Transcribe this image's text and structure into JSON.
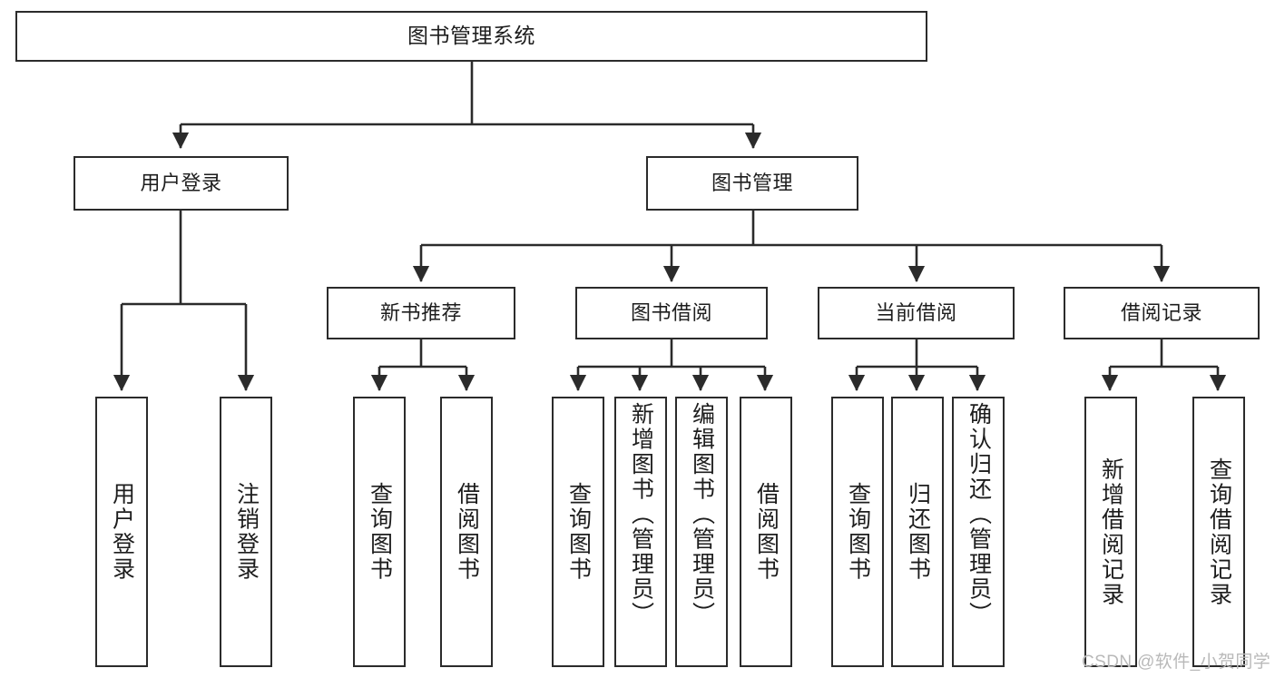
{
  "diagram": {
    "title": "图书管理系统",
    "type": "功能结构图",
    "root": {
      "label": "图书管理系统"
    },
    "level2": [
      {
        "label": "用户登录"
      },
      {
        "label": "图书管理"
      }
    ],
    "level3": [
      {
        "label": "新书推荐"
      },
      {
        "label": "图书借阅"
      },
      {
        "label": "当前借阅"
      },
      {
        "label": "借阅记录"
      }
    ],
    "leaves": {
      "user_login": [
        {
          "label": "用户登录"
        },
        {
          "label": "注销登录"
        }
      ],
      "new_book_recommend": [
        {
          "label": "查询图书"
        },
        {
          "label": "借阅图书"
        }
      ],
      "book_borrow": [
        {
          "label": "查询图书"
        },
        {
          "label": "新增图书（管理员）"
        },
        {
          "label": "编辑图书（管理员）"
        },
        {
          "label": "借阅图书"
        }
      ],
      "current_borrow": [
        {
          "label": "查询图书"
        },
        {
          "label": "归还图书"
        },
        {
          "label": "确认归还（管理员）"
        }
      ],
      "borrow_record": [
        {
          "label": "新增借阅记录"
        },
        {
          "label": "查询借阅记录"
        }
      ]
    }
  },
  "watermark": {
    "text": "CSDN @软件_小贺同学"
  },
  "colors": {
    "box_border": "#2b2b2b",
    "text": "#1d1d1d",
    "connector": "#2b2b2b",
    "background": "#ffffff",
    "watermark": "#b9b9b9"
  }
}
